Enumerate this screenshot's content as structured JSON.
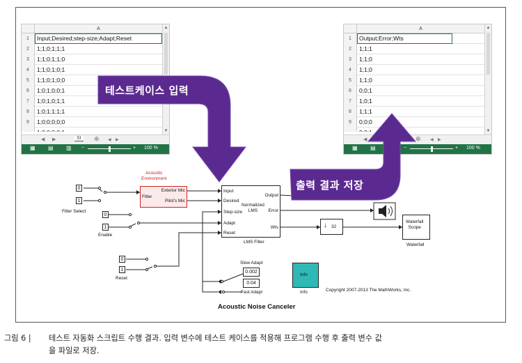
{
  "left_sheet": {
    "column": "A",
    "row_numbers": [
      "1",
      "2",
      "3",
      "4",
      "5",
      "6",
      "7",
      "8",
      "9"
    ],
    "cells": [
      "Input;Desired;step-size;Adapt;Reset",
      "1;1;0;1;1;1",
      "1;1;0;1;1;0",
      "1;1;0;1;0;1",
      "1;1;0;1;0;0",
      "1;0;1;0;0;1",
      "1;0;1;0;1;1",
      "1;0;1;1;1;1",
      "1;0;0;0;0;0"
    ],
    "partial_row": "1;0;0;0;0;1",
    "sheet_tab": "SI",
    "add_sheet": "⊕",
    "zoom": "100 %"
  },
  "right_sheet": {
    "column": "A",
    "row_numbers": [
      "1",
      "2",
      "3",
      "4",
      "5",
      "6",
      "7",
      "8",
      "9"
    ],
    "cells": [
      "Output;Error;Wts",
      "1;1;1",
      "1;1;0",
      "1;1;0",
      "1;1;0",
      "0;0;1",
      "1;0;1",
      "1;1;1",
      "0;0;0"
    ],
    "partial_row": "0;0;1",
    "add_sheet": "⊕",
    "zoom": "100 %"
  },
  "arrows": {
    "test_case_input": "테스트케이스 입력",
    "output_save": "출력 결과 저장",
    "color": "#5b2a90"
  },
  "diagram": {
    "acoustic_env_title": "Acoustic\nEnvironment",
    "acoustic_env_ports": [
      "Exterior Mic",
      "Pilot's Mic"
    ],
    "filter_port": "Filter",
    "filter_select": "Filter Select",
    "enable": "Enable",
    "reset": "Reset",
    "const_top": "0",
    "const_bottom": "1",
    "lms_inputs": [
      "Input",
      "Desired",
      "Step-size",
      "Adapt",
      "Reset"
    ],
    "lms_outputs": [
      "Output",
      "Error",
      "Wts"
    ],
    "lms_title": "Normalized\nLMS",
    "lms_caption": "LMS Filter",
    "downsample_value": "32",
    "waterfall_block": "Waterfall\nScope",
    "waterfall_caption": "Waterfall",
    "slow_adapt": "Slow Adapt",
    "fast_adapt": "Fast Adapt",
    "slow_value": "0.002",
    "fast_value": "0.04",
    "info_block": "Info",
    "info_caption": "Info",
    "copyright": "Copyright 2007-2013 The MathWorks, Inc.",
    "model_title": "Acoustic Noise Canceler",
    "accent_red": "#d02020",
    "info_teal": "#2fb9b6"
  },
  "caption": {
    "figure_number": "그림 6 |",
    "line1": "테스트 자동화 스크립트 수행 결과. 입력 변수에 테스트 케이스를 적용해 프로그램 수행 후 출력 변수 값",
    "line2": "을 파일로 저장."
  }
}
